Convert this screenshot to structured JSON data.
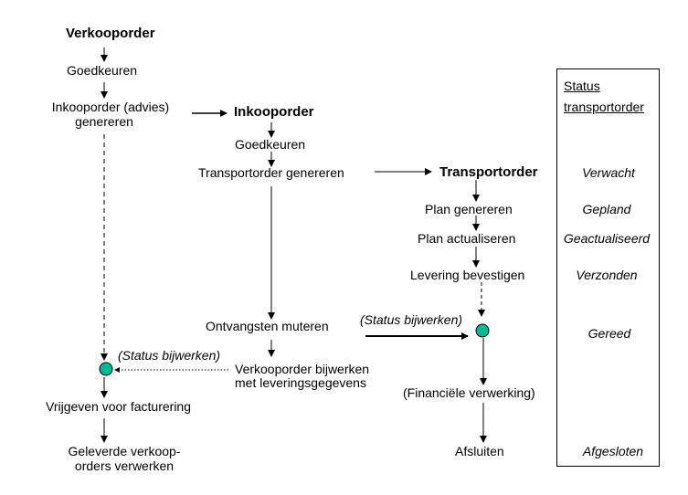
{
  "colors": {
    "node": "#00b894",
    "line": "#000000"
  },
  "sales": {
    "title": "Verkooporder",
    "approve": "Goedkeuren",
    "po_line1": "Inkooporder (advies)",
    "po_line2": "genereren",
    "status_update": "(Status bijwerken)",
    "release": "Vrijgeven voor facturering",
    "process_line1": "Geleverde verkoop-",
    "process_line2": "orders verwerken"
  },
  "purchase": {
    "title": "Inkooporder",
    "approve": "Goedkeuren",
    "generate_transport": "Transportorder genereren",
    "receipts": "Ontvangsten muteren",
    "update_line1": "Verkooporder bijwerken",
    "update_line2": "met leveringsgegevens"
  },
  "transport": {
    "title": "Transportorder",
    "plan_generate": "Plan genereren",
    "plan_update": "Plan actualiseren",
    "confirm": "Levering bevestigen",
    "status_update": "(Status bijwerken)",
    "financial": "(Financiële verwerking)",
    "close": "Afsluiten"
  },
  "status": {
    "header_line1": "Status",
    "header_line2": "transportorder",
    "items": [
      "Verwacht",
      "Gepland",
      "Geactualiseerd",
      "Verzonden",
      "Gereed",
      "Afgesloten"
    ]
  }
}
